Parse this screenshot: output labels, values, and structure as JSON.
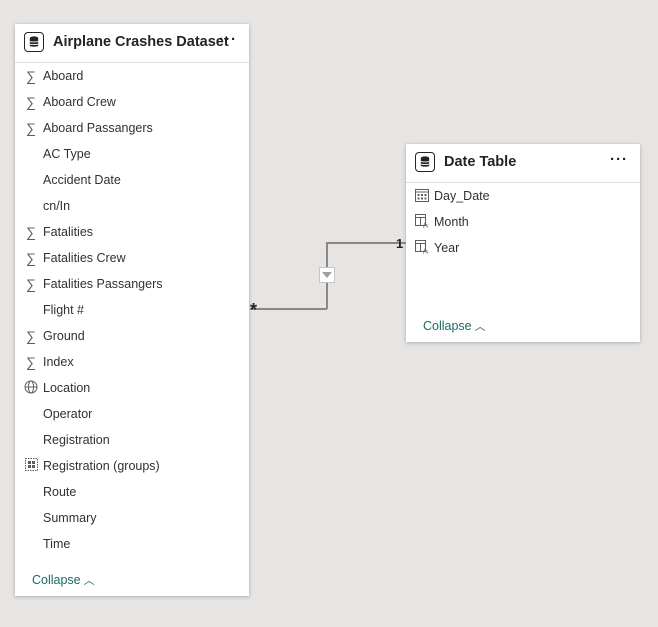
{
  "tables": {
    "crashes": {
      "title": "Airplane Crashes Dataset",
      "more_label": "···",
      "collapse_label": "Collapse",
      "fields": [
        {
          "name": "Aboard",
          "icon": "sum-icon"
        },
        {
          "name": "Aboard Crew",
          "icon": "sum-icon"
        },
        {
          "name": "Aboard Passangers",
          "icon": "sum-icon"
        },
        {
          "name": "AC Type",
          "icon": ""
        },
        {
          "name": "Accident Date",
          "icon": ""
        },
        {
          "name": "cn/In",
          "icon": ""
        },
        {
          "name": "Fatalities",
          "icon": "sum-icon"
        },
        {
          "name": "Fatalities Crew",
          "icon": "sum-icon"
        },
        {
          "name": "Fatalities Passangers",
          "icon": "sum-icon"
        },
        {
          "name": "Flight #",
          "icon": ""
        },
        {
          "name": "Ground",
          "icon": "sum-icon"
        },
        {
          "name": "Index",
          "icon": "sum-icon"
        },
        {
          "name": "Location",
          "icon": "globe-icon"
        },
        {
          "name": "Operator",
          "icon": ""
        },
        {
          "name": "Registration",
          "icon": ""
        },
        {
          "name": "Registration (groups)",
          "icon": "group-icon"
        },
        {
          "name": "Route",
          "icon": ""
        },
        {
          "name": "Summary",
          "icon": ""
        },
        {
          "name": "Time",
          "icon": ""
        }
      ]
    },
    "date": {
      "title": "Date Table",
      "more_label": "···",
      "collapse_label": "Collapse",
      "fields": [
        {
          "name": "Day_Date",
          "icon": "calendar-icon"
        },
        {
          "name": "Month",
          "icon": "calculated-column-icon"
        },
        {
          "name": "Year",
          "icon": "calculated-column-icon"
        }
      ]
    }
  },
  "relationship": {
    "many_side": "*",
    "one_side": "1"
  },
  "colors": {
    "canvas": "#e6e5e3",
    "link": "#1d6a63",
    "line": "#8a8886"
  }
}
